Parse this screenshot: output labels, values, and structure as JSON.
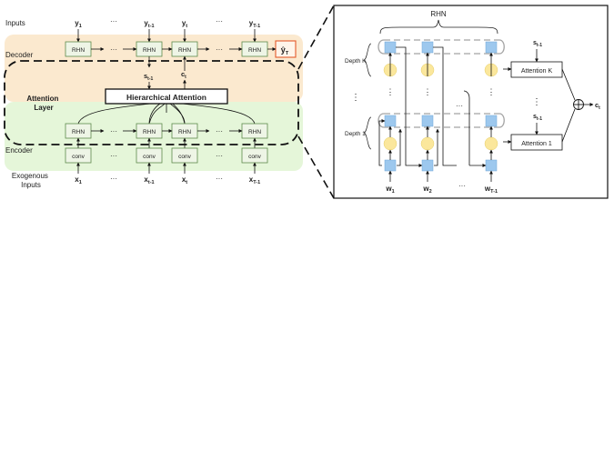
{
  "left": {
    "inputs_label": "Inputs",
    "decoder_label": "Decoder",
    "attention_layer_label": "Attention Layer",
    "encoder_label": "Encoder",
    "exogenous_label": "Exogenous Inputs",
    "rhn_label": "RHN",
    "conv_label": "conv",
    "hier_attention_label": "Hierarchical Attention",
    "ellipsis": "···",
    "y_inputs": [
      "y",
      "y",
      "y",
      "y"
    ],
    "y_subs": [
      "1",
      "t-1",
      "t",
      "T-1"
    ],
    "x_inputs": [
      "x",
      "x",
      "x",
      "x"
    ],
    "x_subs": [
      "1",
      "t-1",
      "t",
      "T-1"
    ],
    "s_label": "s",
    "s_sub": "t-1",
    "c_label": "c",
    "c_sub": "t",
    "output_label": "ŷ",
    "output_sub": "T"
  },
  "right": {
    "rhn_label": "RHN",
    "depth_k_label": "Depth K",
    "depth_1_label": "Depth 1",
    "attention_k_label": "Attention K",
    "attention_1_label": "Attention 1",
    "s_label": "s",
    "s_sub": "t-1",
    "c_label": "c",
    "c_sub": "t",
    "w_labels": [
      "w",
      "w",
      "w"
    ],
    "w_subs": [
      "1",
      "2",
      "T-1"
    ],
    "ellipsis": "···",
    "vdots": "⋮"
  },
  "colors": {
    "decoder_bg": "#fbe9cf",
    "encoder_bg": "#e5f6d9",
    "box_fill": "#eef5e6",
    "output_border": "#e35b2c",
    "blue_node": "#9dc8ee",
    "yellow_node": "#fbe79c"
  }
}
